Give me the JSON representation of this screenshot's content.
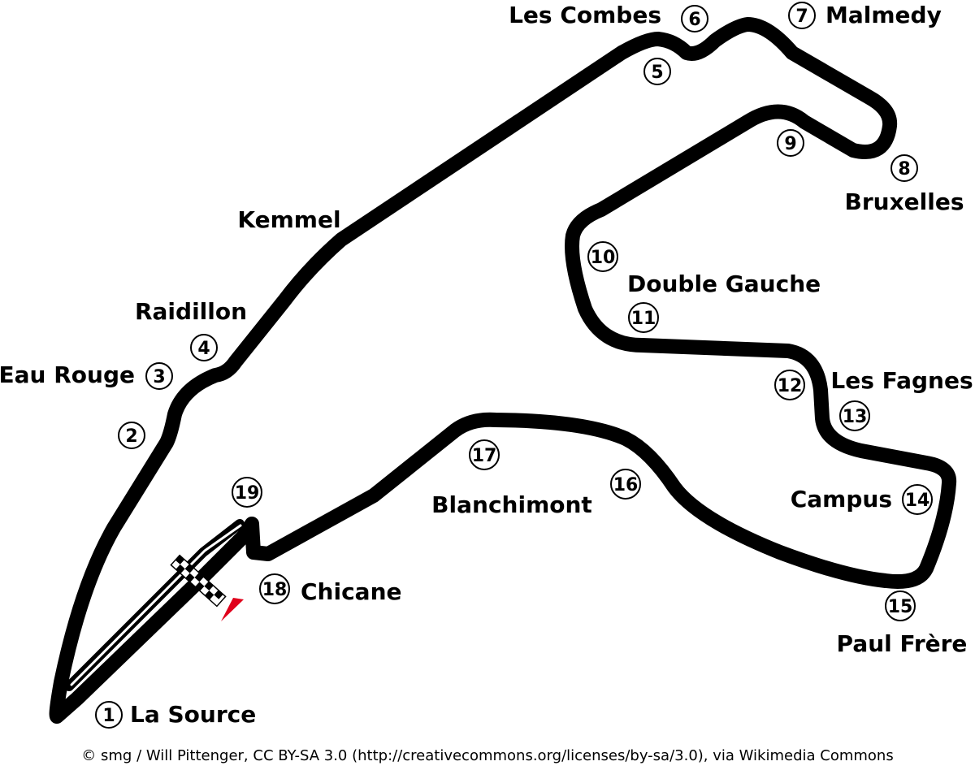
{
  "map": {
    "track_color": "#000000",
    "pit_marker_color": "#e0001b",
    "corners": [
      {
        "number": "1",
        "name": "La Source"
      },
      {
        "number": "2",
        "name": ""
      },
      {
        "number": "3",
        "name": "Eau Rouge"
      },
      {
        "number": "4",
        "name": "Raidillon"
      },
      {
        "number": "5",
        "name": ""
      },
      {
        "number": "6",
        "name": "Les Combes"
      },
      {
        "number": "7",
        "name": "Malmedy"
      },
      {
        "number": "8",
        "name": "Bruxelles"
      },
      {
        "number": "9",
        "name": ""
      },
      {
        "number": "10",
        "name": ""
      },
      {
        "number": "11",
        "name": "Double Gauche"
      },
      {
        "number": "12",
        "name": ""
      },
      {
        "number": "13",
        "name": "Les Fagnes"
      },
      {
        "number": "14",
        "name": "Campus"
      },
      {
        "number": "15",
        "name": "Paul Frère"
      },
      {
        "number": "16",
        "name": ""
      },
      {
        "number": "17",
        "name": "Blanchimont"
      },
      {
        "number": "18",
        "name": "Chicane"
      },
      {
        "number": "19",
        "name": ""
      }
    ],
    "extra_labels": {
      "kemmel": "Kemmel"
    },
    "icons": [
      "start-finish-flag-icon",
      "pit-direction-arrow-icon"
    ]
  },
  "credit": "© smg / Will Pittenger, CC BY-SA 3.0 (http://creativecommons.org/licenses/by-sa/3.0), via Wikimedia Commons"
}
